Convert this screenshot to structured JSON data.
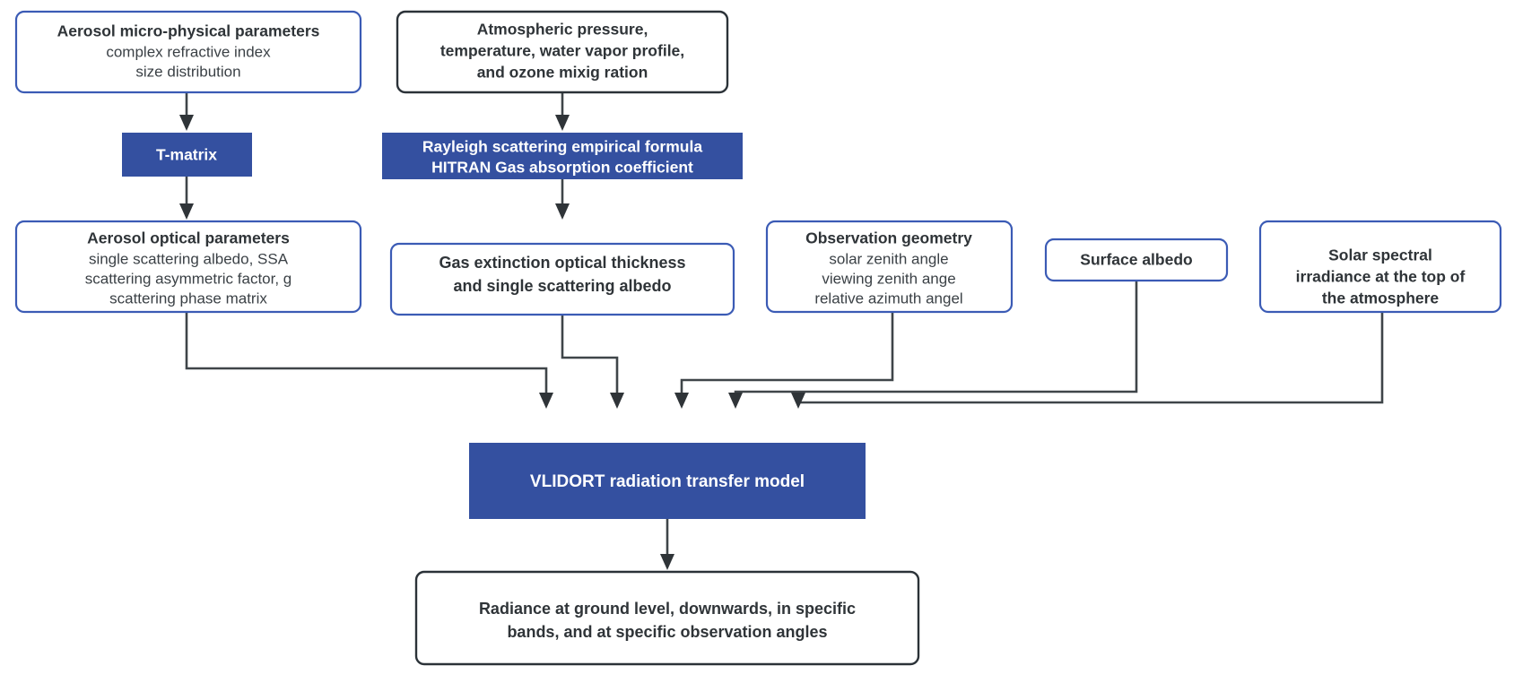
{
  "diagram": {
    "type": "flowchart",
    "title": "Radiative transfer simulation workflow",
    "colors": {
      "filled_box_fill": "#3450a0",
      "outline_box_stroke_blue": "#3b5bb5",
      "outline_box_stroke_dark": "#2b3238",
      "connector_stroke": "#3f4549",
      "text_dark": "#2f3438",
      "text_light": "#ffffff",
      "background": "#ffffff"
    },
    "nodes": [
      {
        "id": "aerosol-micro",
        "style": "outline-blue",
        "title": "Aerosol micro-physical parameters",
        "lines": [
          "complex refractive index",
          "size distribution"
        ]
      },
      {
        "id": "atmos-profile",
        "style": "outline-dark",
        "title": "",
        "lines": [
          "Atmospheric pressure,",
          "temperature, water vapor profile,",
          "and ozone mixig ration"
        ]
      },
      {
        "id": "t-matrix",
        "style": "filled",
        "title": "T-matrix",
        "lines": []
      },
      {
        "id": "rayleigh-hitran",
        "style": "filled",
        "title": "",
        "lines": [
          "Rayleigh scattering empirical formula",
          "HITRAN Gas absorption coefficient"
        ]
      },
      {
        "id": "aerosol-optical",
        "style": "outline-blue",
        "title": "Aerosol optical parameters",
        "lines": [
          "single scattering albedo, SSA",
          "scattering asymmetric factor, g",
          "scattering phase matrix"
        ]
      },
      {
        "id": "gas-extinction",
        "style": "outline-blue",
        "title": "",
        "lines": [
          "Gas extinction optical thickness",
          "and single scattering albedo"
        ]
      },
      {
        "id": "observation-geometry",
        "style": "outline-blue",
        "title": "Observation geometry",
        "lines": [
          "solar zenith angle",
          "viewing zenith ange",
          "relative azimuth angel"
        ]
      },
      {
        "id": "surface-albedo",
        "style": "outline-blue",
        "title": "Surface albedo",
        "lines": []
      },
      {
        "id": "solar-irradiance",
        "style": "outline-blue",
        "title": "",
        "lines": [
          "Solar spectral",
          "irradiance at the top of",
          "the atmosphere"
        ]
      },
      {
        "id": "vlidort",
        "style": "filled",
        "title": "VLIDORT  radiation transfer model",
        "lines": []
      },
      {
        "id": "radiance-output",
        "style": "outline-dark",
        "title": "",
        "lines": [
          "Radiance at ground level, downwards, in specific",
          "bands, and at specific observation angles"
        ]
      }
    ],
    "edges": [
      {
        "from": "aerosol-micro",
        "to": "t-matrix"
      },
      {
        "from": "t-matrix",
        "to": "aerosol-optical"
      },
      {
        "from": "atmos-profile",
        "to": "rayleigh-hitran"
      },
      {
        "from": "rayleigh-hitran",
        "to": "gas-extinction"
      },
      {
        "from": "aerosol-optical",
        "to": "vlidort"
      },
      {
        "from": "gas-extinction",
        "to": "vlidort"
      },
      {
        "from": "observation-geometry",
        "to": "vlidort"
      },
      {
        "from": "surface-albedo",
        "to": "vlidort"
      },
      {
        "from": "solar-irradiance",
        "to": "vlidort"
      },
      {
        "from": "vlidort",
        "to": "radiance-output"
      }
    ]
  },
  "labels": {
    "aerosol_micro_title": "Aerosol micro-physical parameters",
    "aerosol_micro_l1": "complex refractive index",
    "aerosol_micro_l2": "size distribution",
    "atmos_l1": "Atmospheric pressure,",
    "atmos_l2": "temperature, water vapor profile,",
    "atmos_l3": "and ozone mixig ration",
    "t_matrix": "T-matrix",
    "rayleigh_l1": "Rayleigh scattering empirical formula",
    "rayleigh_l2": "HITRAN Gas absorption coefficient",
    "aero_opt_title": "Aerosol optical parameters",
    "aero_opt_l1": "single scattering albedo, SSA",
    "aero_opt_l2": "scattering asymmetric factor, g",
    "aero_opt_l3": "scattering phase matrix",
    "gas_ext_l1": "Gas extinction optical thickness",
    "gas_ext_l2": "and single scattering albedo",
    "obs_title": "Observation geometry",
    "obs_l1": "solar zenith angle",
    "obs_l2": "viewing zenith ange",
    "obs_l3": "relative azimuth angel",
    "surface_albedo": "Surface albedo",
    "solar_l1": "Solar spectral",
    "solar_l2": "irradiance at the top of",
    "solar_l3": "the atmosphere",
    "vlidort": "VLIDORT  radiation transfer model",
    "radiance_l1": "Radiance at ground level, downwards, in specific",
    "radiance_l2": "bands, and at specific observation angles"
  }
}
